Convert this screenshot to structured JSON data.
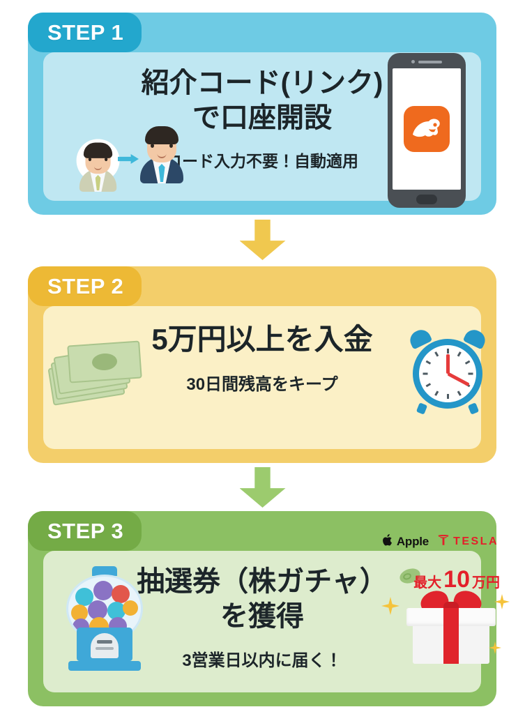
{
  "steps": [
    {
      "badge": "STEP 1",
      "headline": "紹介コード(リンク)\nで口座開設",
      "subline": "コード入力不要！自動適用",
      "accent": "#23a7cd",
      "card_bg": "#6ecbe4",
      "panel_bg": "#bfe7f2",
      "icons": {
        "left": "referral-avatars-icon",
        "right": "smartphone-app-icon"
      }
    },
    {
      "badge": "STEP 2",
      "headline": "5万円以上を入金",
      "subline": "30日間残高をキープ",
      "accent": "#edb935",
      "card_bg": "#f3ce6a",
      "panel_bg": "#fbf0c6",
      "icons": {
        "left": "money-stack-icon",
        "right": "alarm-clock-icon"
      }
    },
    {
      "badge": "STEP 3",
      "headline": "抽選券（株ガチャ）\nを獲得",
      "subline": "3営業日以内に届く！",
      "accent": "#74ab46",
      "card_bg": "#8cc063",
      "panel_bg": "#ddeccd",
      "icons": {
        "left": "gumball-machine-icon",
        "right": "gift-box-icon"
      }
    }
  ],
  "connectors": [
    {
      "name": "arrow-step1-to-step2",
      "color": "#f0c84f"
    },
    {
      "name": "arrow-step2-to-step3",
      "color": "#9ccb6e"
    }
  ],
  "brands": [
    {
      "glyph": "",
      "label": "Apple",
      "color": "#111111"
    },
    {
      "glyph": "T",
      "label": "TESLA",
      "color": "#e3202a"
    }
  ],
  "reward": {
    "prefix": "最大",
    "amount": "10",
    "suffix": "万円",
    "color": "#e3202a"
  }
}
